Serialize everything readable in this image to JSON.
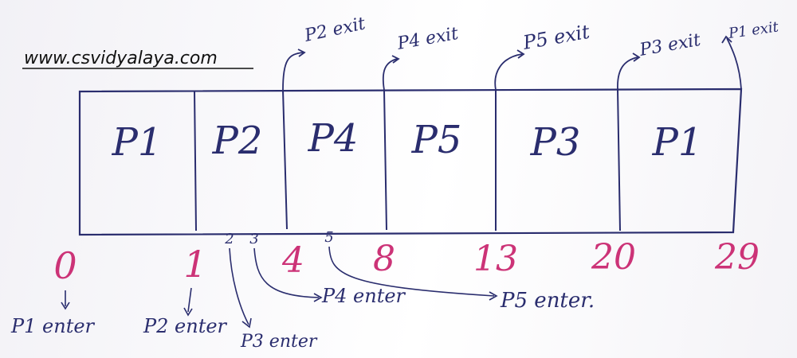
{
  "website": "www.csvidyalaya.com",
  "processes": [
    {
      "label": "P1",
      "start": 0,
      "end": 1
    },
    {
      "label": "P2",
      "start": 1,
      "end": 4
    },
    {
      "label": "P4",
      "start": 4,
      "end": 8
    },
    {
      "label": "P5",
      "start": 8,
      "end": 13
    },
    {
      "label": "P3",
      "start": 13,
      "end": 20
    },
    {
      "label": "P1",
      "start": 20,
      "end": 29
    }
  ],
  "boundary_times": [
    "0",
    "1",
    "4",
    "8",
    "13",
    "20",
    "29"
  ],
  "arrival_marks": [
    "2",
    "3",
    "5"
  ],
  "exit_labels": [
    "P2 exit",
    "P4 exit",
    "P5 exit",
    "P3 exit",
    "P1 exit"
  ],
  "enter_labels": [
    "P1 enter",
    "P2 enter",
    "P3 enter",
    "P4 enter",
    "P5 enter."
  ],
  "colors": {
    "ink": "#2a2d6e",
    "time": "#cc3377"
  }
}
